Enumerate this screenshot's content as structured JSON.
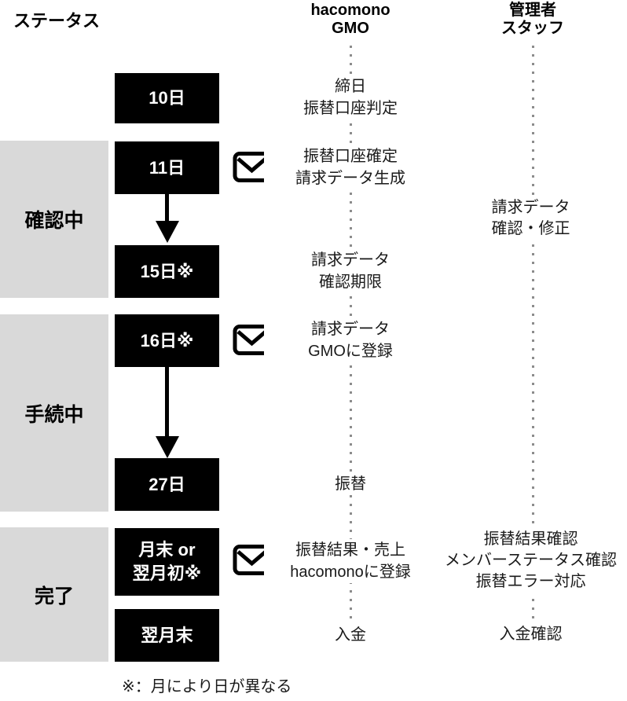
{
  "headers": {
    "status": "ステータス",
    "system": "hacomono\nGMO",
    "staff": "管理者\nスタッフ"
  },
  "sections": [
    {
      "label": "確認中"
    },
    {
      "label": "手続中"
    },
    {
      "label": "完了"
    }
  ],
  "timeline": [
    {
      "date": "10日",
      "system_action": "締日\n振替口座判定",
      "has_mail": false
    },
    {
      "date": "11日",
      "system_action": "振替口座確定\n請求データ生成",
      "has_mail": true
    },
    {
      "date": "15日※",
      "system_action": "請求データ\n確認期限",
      "has_mail": false
    },
    {
      "date": "16日※",
      "system_action": "請求データ\nGMOに登録",
      "has_mail": true
    },
    {
      "date": "27日",
      "system_action": "振替",
      "has_mail": false
    },
    {
      "date": "月末 or\n翌月初※",
      "system_action": "振替結果・売上\nhacomonoに登録",
      "has_mail": true
    },
    {
      "date": "翌月末",
      "system_action": "入金",
      "has_mail": false
    }
  ],
  "staff_actions": [
    {
      "text": "請求データ\n確認・修正"
    },
    {
      "text": "振替結果確認\nメンバーステータス確認\n振替エラー対応"
    },
    {
      "text": "入金確認"
    }
  ],
  "footnote": "※：月により日が異なる",
  "icons": {
    "mail": "envelope-outline"
  },
  "colors": {
    "date_box": "#000000",
    "section_gray": "#d9d9d9",
    "lifeline_dots": "#8c8c8c",
    "text": "#1a1a1a"
  }
}
